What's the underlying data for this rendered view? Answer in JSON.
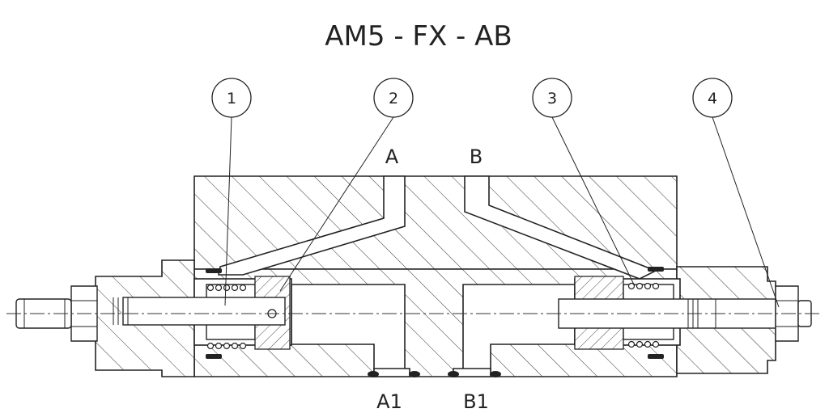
{
  "title": "AM5 - FX - AB",
  "ports": {
    "a": "A",
    "b": "B",
    "a1": "A1",
    "b1": "B1"
  },
  "callouts": [
    "1",
    "2",
    "3",
    "4"
  ],
  "colors": {
    "line": "#222222",
    "background": "#ffffff"
  }
}
